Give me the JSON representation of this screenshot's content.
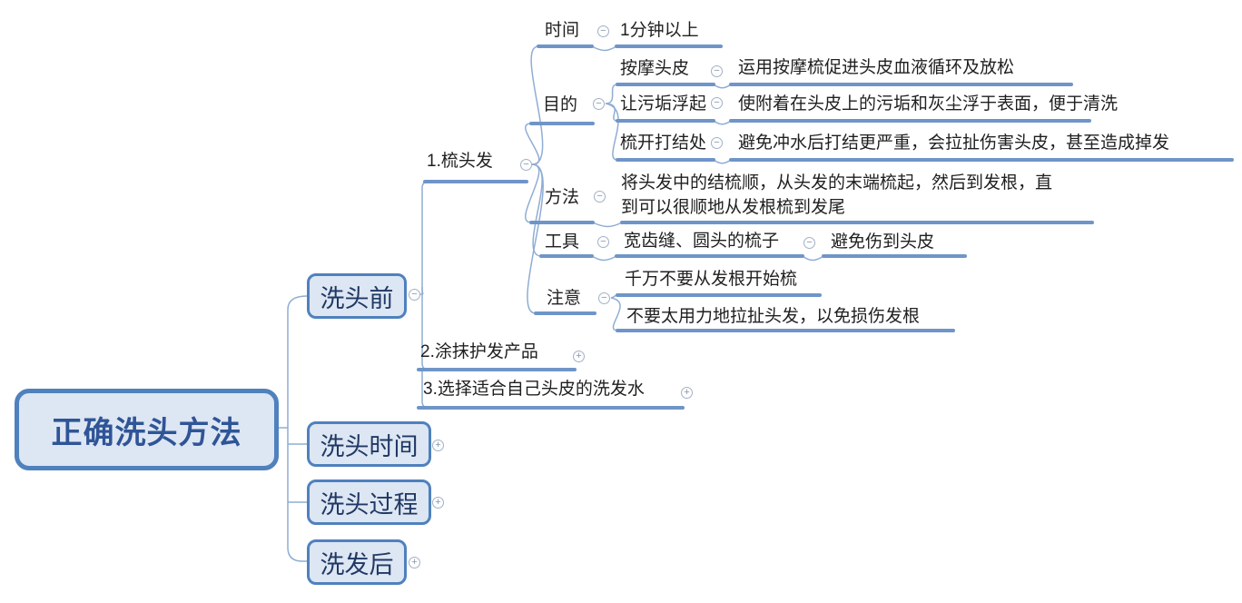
{
  "icons": {
    "collapse": "−",
    "expand": "+"
  },
  "colors": {
    "box_border": "#4f81bd",
    "box_fill": "#dde6f3",
    "root_text": "#2f5597",
    "box_text": "#203864",
    "branch_line": "#6f95c8",
    "connector_line": "#8fadd4",
    "topic_text": "#1f1f1f"
  },
  "map": {
    "root": "正确洗头方法",
    "branches": {
      "pre_wash": {
        "label": "洗头前",
        "children": {
          "comb_hair": {
            "label": "1.梳头发",
            "rows": {
              "time": {
                "label": "时间",
                "value": "1分钟以上"
              },
              "purpose": {
                "label": "目的",
                "items": {
                  "massage": {
                    "label": "按摩头皮",
                    "value": "运用按摩梳促进头皮血液循环及放松"
                  },
                  "float_dirt": {
                    "label": "让污垢浮起",
                    "value": "使附着在头皮上的污垢和灰尘浮于表面，便于清洗"
                  },
                  "detangle": {
                    "label": "梳开打结处",
                    "value": "避免冲水后打结更严重，会拉扯伤害头皮，甚至造成掉发"
                  }
                }
              },
              "method": {
                "label": "方法",
                "value": "将头发中的结梳顺，从头发的末端梳起，然后到发根，直到可以很顺地从发根梳到发尾"
              },
              "tool": {
                "label": "工具",
                "value": "宽齿缝、圆头的梳子",
                "note": "避免伤到头皮"
              },
              "attention": {
                "label": "注意",
                "items": {
                  "one": "千万不要从发根开始梳",
                  "two": "不要太用力地拉扯头发，以免损伤发根"
                }
              }
            }
          },
          "apply_product": {
            "label": "2.涂抹护发产品"
          },
          "choose_shampoo": {
            "label": "3.选择适合自己头皮的洗发水"
          }
        }
      },
      "wash_time": {
        "label": "洗头时间"
      },
      "wash_process": {
        "label": "洗头过程"
      },
      "post_wash": {
        "label": "洗发后"
      }
    }
  }
}
